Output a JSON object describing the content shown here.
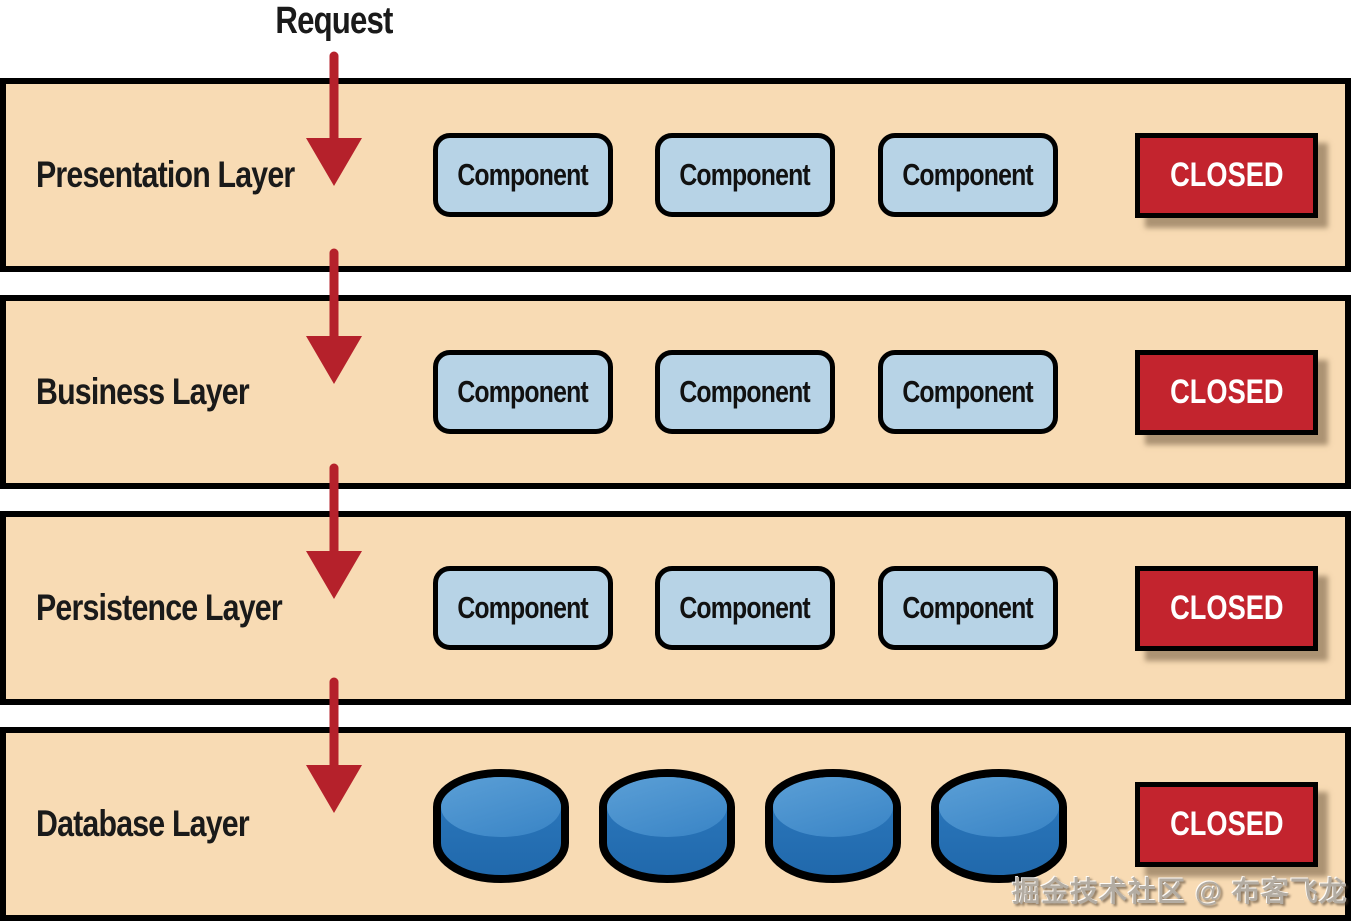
{
  "request_label": "Request",
  "watermark": "掘金技术社区 @ 布客飞龙",
  "colors": {
    "layer_bg": "#f8dbb4",
    "layer_border": "#000000",
    "component_bg": "#b7d3e6",
    "component_border": "#000000",
    "closed_bg": "#c3242e",
    "closed_text": "#ffffff",
    "arrow": "#b5212b",
    "cylinder_light": "#4a93cc",
    "cylinder_dark": "#2a76bb",
    "gap_bg": "#ffffff"
  },
  "layers": [
    {
      "label": "Presentation Layer",
      "components": [
        "Component",
        "Component",
        "Component"
      ],
      "closed_label": "CLOSED"
    },
    {
      "label": "Business Layer",
      "components": [
        "Component",
        "Component",
        "Component"
      ],
      "closed_label": "CLOSED"
    },
    {
      "label": "Persistence Layer",
      "components": [
        "Component",
        "Component",
        "Component"
      ],
      "closed_label": "CLOSED"
    },
    {
      "label": "Database Layer",
      "database_count": 4,
      "closed_label": "CLOSED"
    }
  ]
}
